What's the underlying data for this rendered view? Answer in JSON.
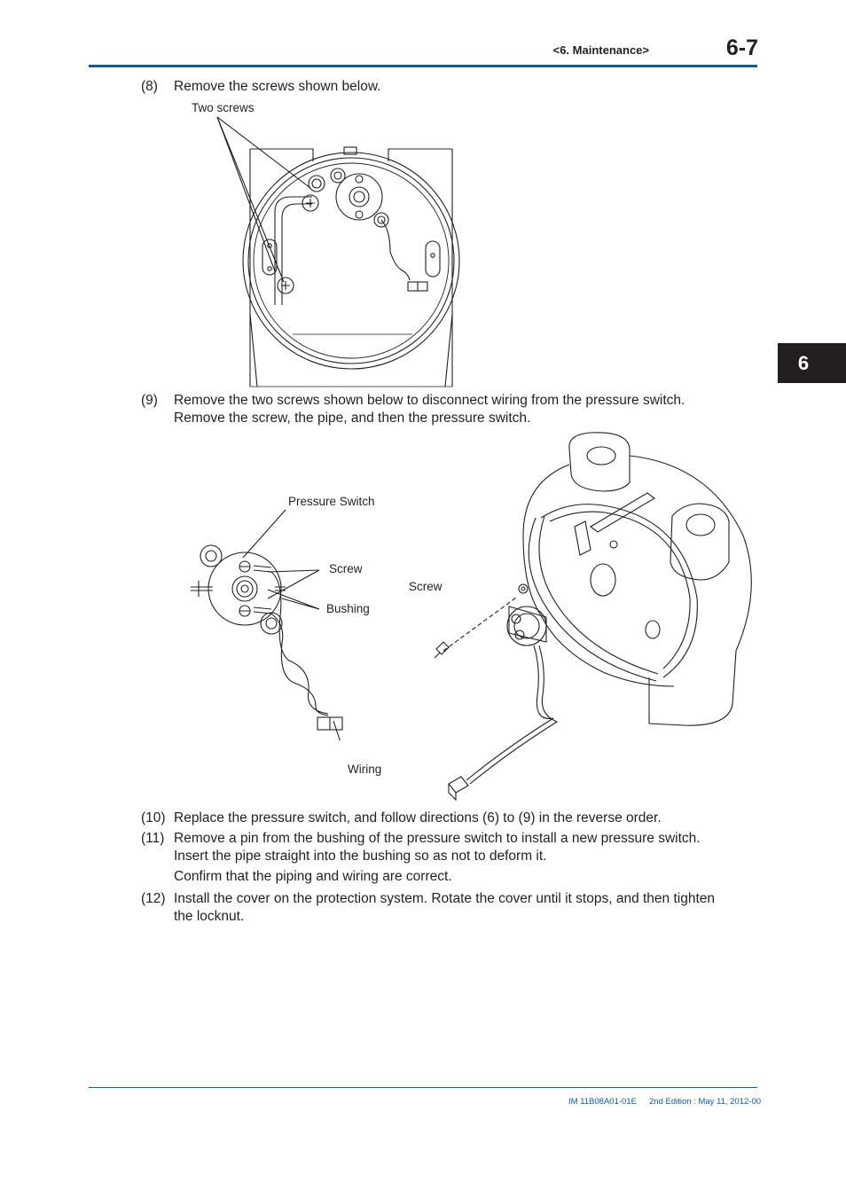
{
  "header": {
    "section": "<6.  Maintenance>",
    "page_number": "6-7"
  },
  "side_tab": {
    "label": "6"
  },
  "steps": [
    {
      "num": "(8)",
      "lines": [
        "Remove the screws shown below."
      ]
    },
    {
      "num": "(9)",
      "lines": [
        "Remove the two screws shown below to disconnect wiring from the pressure switch.",
        "Remove the screw, the pipe, and then the pressure switch."
      ]
    },
    {
      "num": "(10)",
      "lines": [
        "Replace the pressure switch, and follow directions (6) to (9) in the reverse order."
      ]
    },
    {
      "num": "(11)",
      "lines": [
        "Remove a pin from the bushing of the pressure switch to install a new pressure switch.",
        "Insert the pipe straight into the bushing so as not to deform it.",
        "Confirm that the piping and wiring are correct."
      ]
    },
    {
      "num": "(12)",
      "lines": [
        "Install the cover on the protection system. Rotate the cover until it stops, and then tighten",
        "the locknut."
      ]
    }
  ],
  "figure1": {
    "label_two_screws": "Two screws"
  },
  "figure2": {
    "label_pressure_switch": "Pressure Switch",
    "label_screw_left": "Screw",
    "label_bushing": "Bushing",
    "label_wiring": "Wiring",
    "label_screw_right": "Screw"
  },
  "footer": {
    "doc_id": "IM 11B08A01-01E",
    "edition": "2nd Edition : May 11, 2012-00"
  }
}
